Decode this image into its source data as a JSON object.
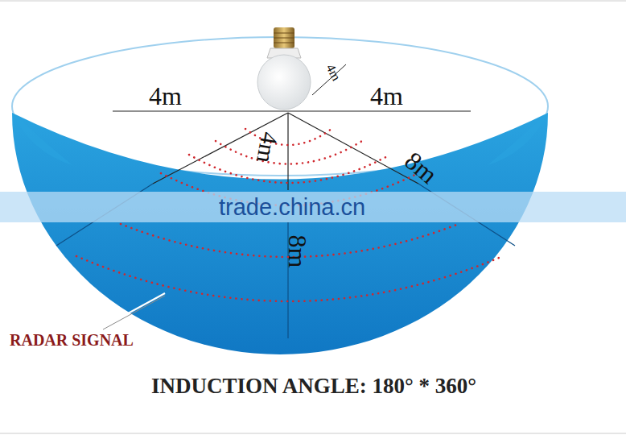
{
  "diagram": {
    "caption": "INDUCTION ANGLE: 180° * 360°",
    "labels": [
      "4m",
      "4m",
      "4m",
      "4m",
      "8m",
      "8m",
      "trade.china.cn",
      "RADAR SIGNAL"
    ]
  }
}
